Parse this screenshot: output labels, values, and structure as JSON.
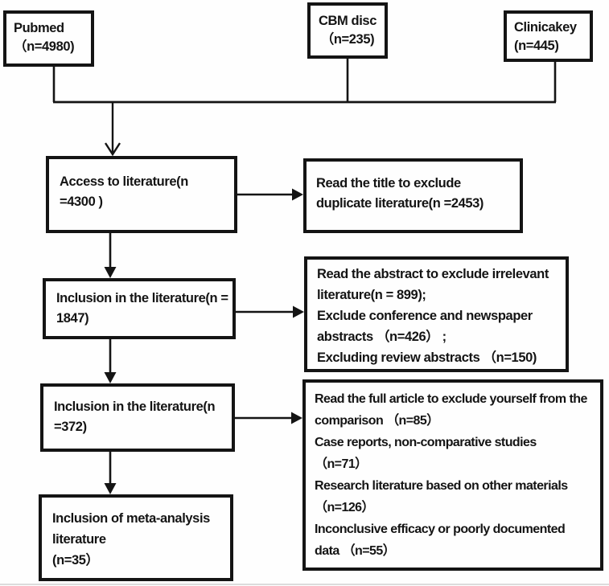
{
  "diagram": {
    "title": "literature-screening-flowchart",
    "colors": {
      "line": "#141414",
      "background": "#fefefe"
    },
    "boxes": {
      "pubmed": {
        "lines": [
          "Pubmed",
          "（n=4980)"
        ]
      },
      "cbm_disc": {
        "lines": [
          "CBM disc",
          "（n=235)"
        ]
      },
      "clinicakey": {
        "lines": [
          "Clinicakey",
          "(n=445)"
        ]
      },
      "access": {
        "lines": [
          "Access to literature(n",
          "=4300 )"
        ]
      },
      "read_title": {
        "lines": [
          "Read the title to exclude",
          "duplicate literature(n =2453)"
        ]
      },
      "inclusion_1847": {
        "lines": [
          "Inclusion in the literature(n =",
          "1847)"
        ]
      },
      "abstract_exclusion": {
        "lines": [
          "Read the abstract to exclude irrelevant",
          "literature(n = 899);",
          "Exclude conference and newspaper",
          "abstracts （n=426） ;",
          "Excluding review abstracts （n=150)"
        ]
      },
      "inclusion_372": {
        "lines": [
          "Inclusion in the literature(n",
          "=372)"
        ]
      },
      "fulltext_exclusion": {
        "lines": [
          "Read the full article to exclude yourself from the",
          "comparison （n=85）",
          "Case reports, non-comparative studies",
          "（n=71）",
          "Research literature based on other materials",
          "（n=126）",
          "Inconclusive efficacy or poorly documented",
          "data （n=55）"
        ]
      },
      "meta_inclusion": {
        "lines": [
          "Inclusion of meta-analysis",
          "literature",
          "(n=35）"
        ]
      }
    }
  }
}
